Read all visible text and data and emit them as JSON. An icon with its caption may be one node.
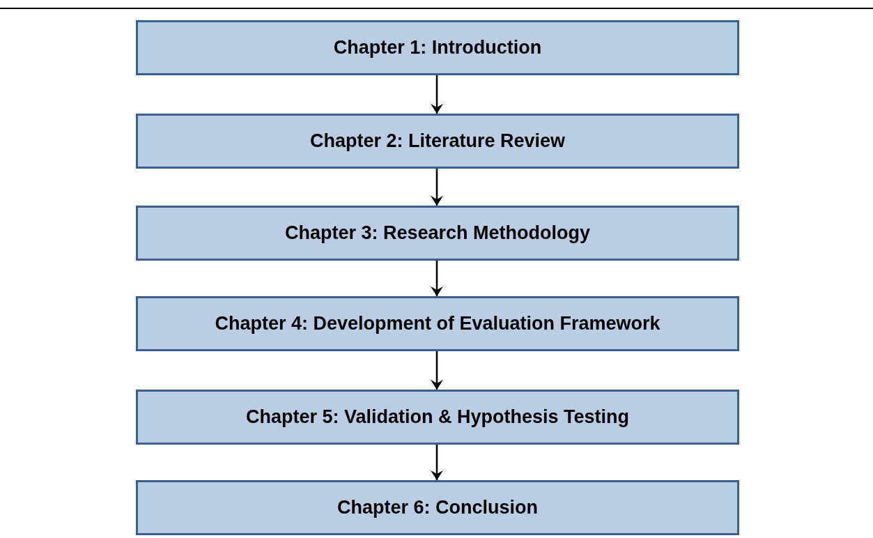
{
  "diagram": {
    "nodes": [
      {
        "text": [
          "Chapter 1: Introduction"
        ]
      },
      {
        "text": [
          "Chapter 2: Literature Review"
        ]
      },
      {
        "text": [
          "Chapter 3: Research Methodology"
        ]
      },
      {
        "text": [
          "Chapter 4: Development of Evaluation Framework"
        ]
      },
      {
        "text": [
          "Chapter 5: Validation & Hypothesis Testing"
        ]
      },
      {
        "text": [
          "Chapter 6: Conclusion"
        ]
      }
    ],
    "edges": [
      {
        "from": 0,
        "to": 1,
        "arrow": "to"
      },
      {
        "from": 1,
        "to": 2,
        "arrow": "to"
      },
      {
        "from": 2,
        "to": 3,
        "arrow": "to"
      },
      {
        "from": 3,
        "to": 4,
        "arrow": "to"
      },
      {
        "from": 4,
        "to": 5,
        "arrow": "to"
      }
    ]
  }
}
